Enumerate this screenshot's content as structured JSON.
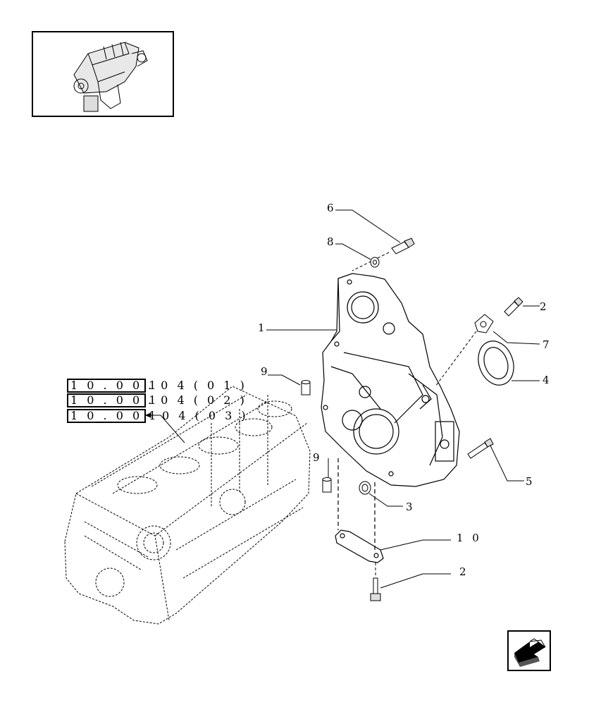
{
  "thumbnail": {
    "icon": "engine-thumbnail-icon"
  },
  "references": [
    {
      "main": "1 0 . 0 0 1",
      "suffix": ". 0 4 ( 0 1 )"
    },
    {
      "main": "1 0 . 0 0 1",
      "suffix": ". 0 4 ( 0 2 )"
    },
    {
      "main": "1 0 . 0 0 1",
      "suffix": "0 4 ( 0 3 )"
    }
  ],
  "callouts": {
    "c1": "1",
    "c2a": "2",
    "c2b": "2",
    "c3": "3",
    "c4": "4",
    "c5": "5",
    "c6": "6",
    "c7": "7",
    "c8": "8",
    "c9a": "9",
    "c9b": "9",
    "c10": "1 0"
  },
  "navigation": {
    "icon": "next-page-arrow-icon"
  },
  "colors": {
    "ink": "#000000",
    "paper": "#ffffff"
  }
}
